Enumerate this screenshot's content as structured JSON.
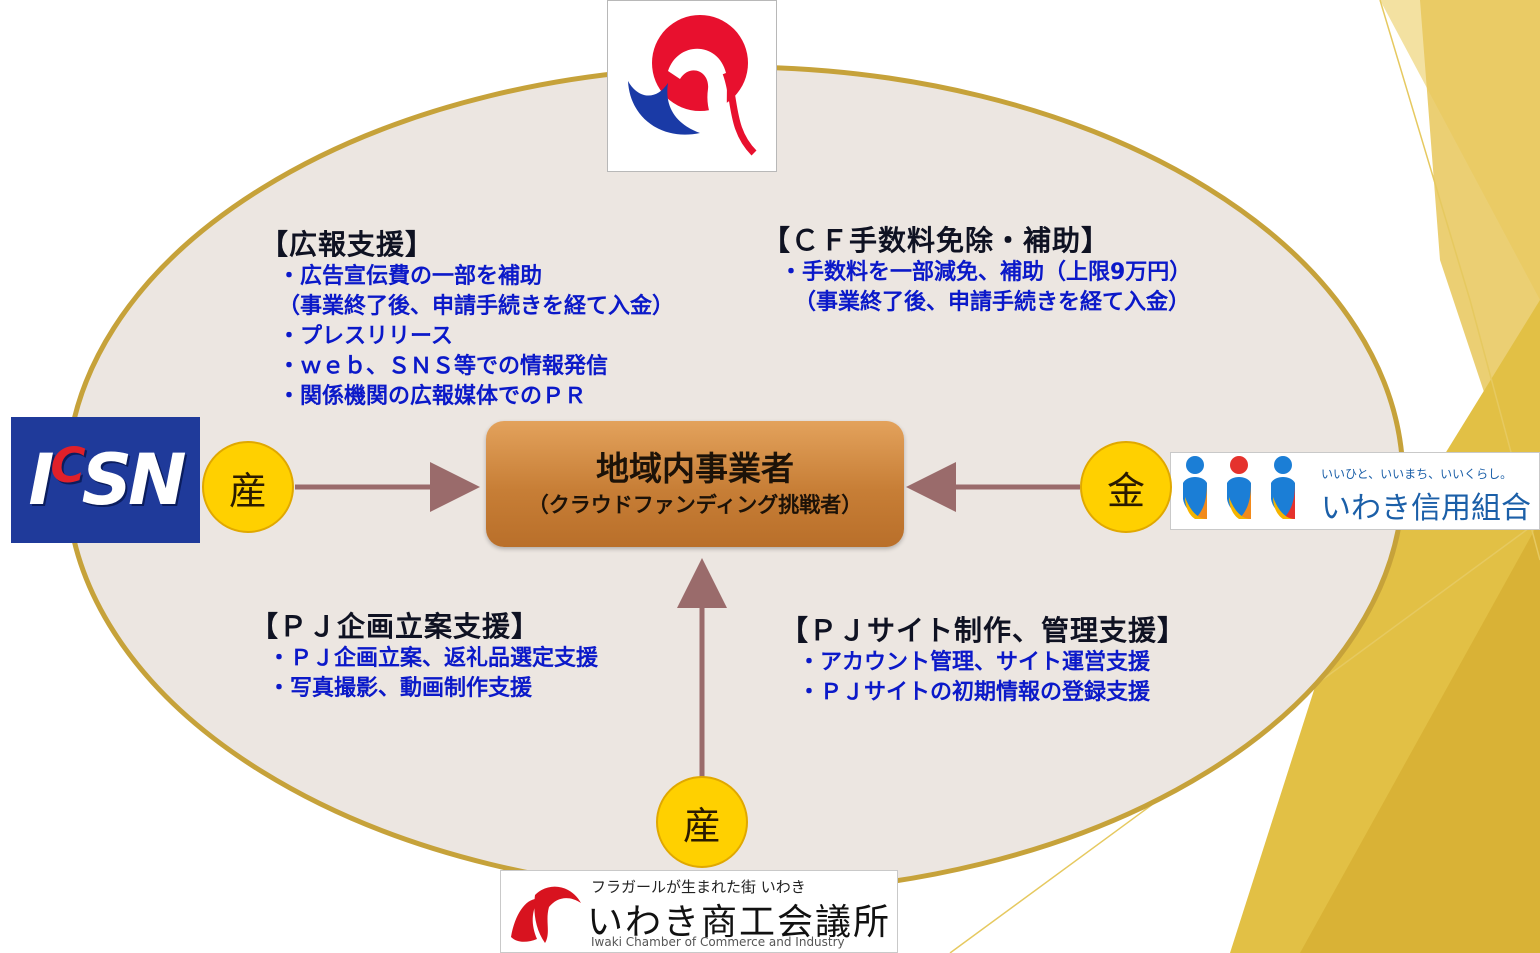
{
  "sections": {
    "pr_support": {
      "title": "【広報支援】",
      "items": [
        "・広告宣伝費の一部を補助",
        "（事業終了後、申請手続きを経て入金）",
        "・プレスリリース",
        "・ｗｅｂ、ＳＮＳ等での情報発信",
        "・関係機関の広報媒体でのＰＲ"
      ]
    },
    "cf_fee": {
      "title": "【ＣＦ手数料免除・補助】",
      "items": [
        "・手数料を一部減免、補助（上限9万円）",
        "（事業終了後、申請手続きを経て入金）"
      ]
    },
    "pj_planning": {
      "title": "【ＰＪ企画立案支援】",
      "items": [
        "・ＰＪ企画立案、返礼品選定支援",
        "・写真撮影、動画制作支援"
      ]
    },
    "pj_site": {
      "title": "【ＰＪサイト制作、管理支援】",
      "items": [
        "・アカウント管理、サイト運営支援",
        "・ＰＪサイトの初期情報の登録支援"
      ]
    }
  },
  "center": {
    "title": "地域内事業者",
    "subtitle": "（クラウドファンディング挑戦者）"
  },
  "badges": {
    "left": "産",
    "right": "金",
    "bottom": "産"
  },
  "logos": {
    "icsn": {
      "text_i": "I",
      "text_c": "C",
      "text_sn": "SN"
    },
    "shinkumi": {
      "tagline": "いいひと、いいまち、いいくらし。",
      "name": "いわき信用組合"
    },
    "cci": {
      "tagline": "フラガールが生まれた街 いわき",
      "name": "いわき商工会議所",
      "english": "Iwaki Chamber of Commerce and Industry"
    }
  },
  "colors": {
    "ellipse_fill": "#ece6e1",
    "ellipse_stroke": "#c6a23a",
    "arrow": "#9a6b6b",
    "text_blue": "#0b19c9",
    "badge": "#ffd000",
    "decor_gold": "#e2c045"
  }
}
